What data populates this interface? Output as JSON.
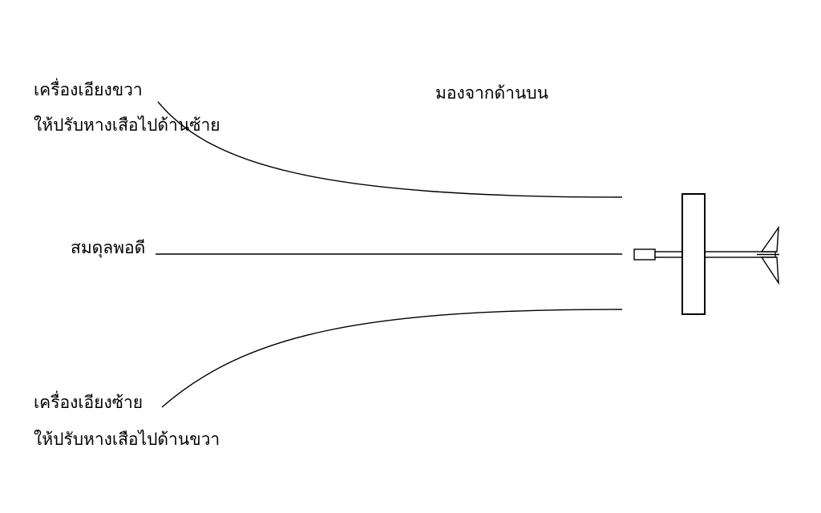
{
  "view_label": "มองจากด้านบน",
  "paths": {
    "right_bank": {
      "line1": "เครื่องเอียงขวา",
      "line2": "ให้ปรับหางเสือไปด้านซ้าย"
    },
    "balanced": {
      "label": "สมดุลพอดี"
    },
    "left_bank": {
      "line1": "เครื่องเอียงซ้าย",
      "line2": "ให้ปรับหางเสือไปด้านขวา"
    }
  },
  "colors": {
    "stroke": "#000000",
    "background": "#ffffff"
  }
}
